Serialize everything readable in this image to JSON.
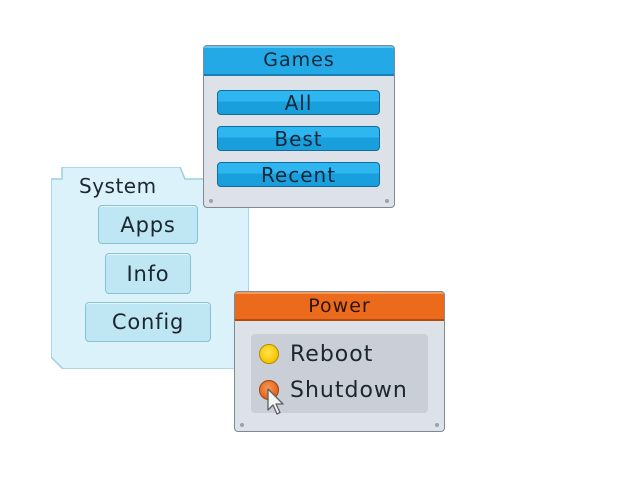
{
  "system": {
    "title": "System",
    "buttons": [
      {
        "label": "Apps"
      },
      {
        "label": "Info"
      },
      {
        "label": "Config"
      }
    ]
  },
  "games": {
    "title": "Games",
    "accent_color": "#22a9e6",
    "buttons": [
      {
        "label": "All"
      },
      {
        "label": "Best"
      },
      {
        "label": "Recent"
      }
    ]
  },
  "power": {
    "title": "Power",
    "accent_color": "#ec6a1b",
    "items": [
      {
        "label": "Reboot",
        "icon": "yellow-radio-icon"
      },
      {
        "label": "Shutdown",
        "icon": "orange-radio-icon"
      }
    ]
  },
  "cursor": {
    "icon": "mouse-pointer-icon"
  }
}
